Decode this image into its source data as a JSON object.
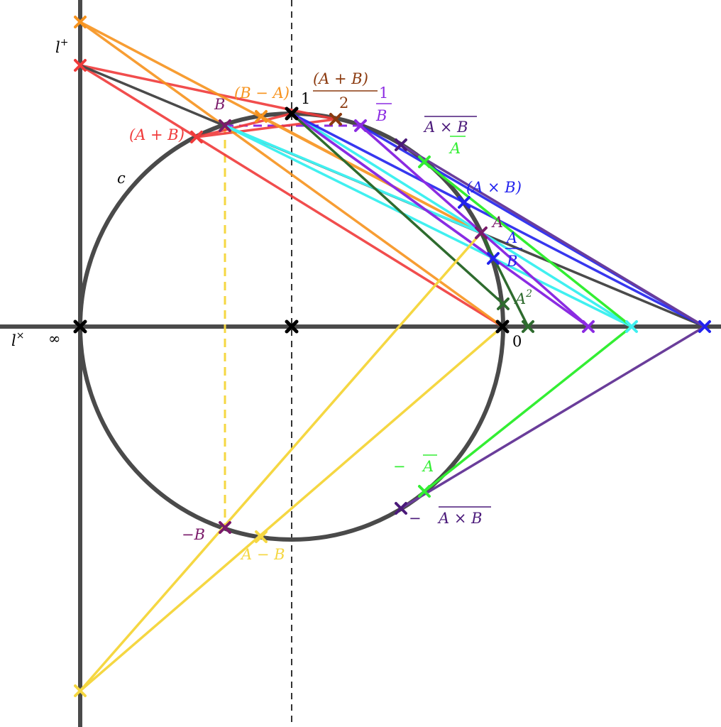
{
  "colors": {
    "axis": "#4a4a4a",
    "circle": "#4a4a4a",
    "dashed": "#333333",
    "red": "#f03a3a",
    "orange": "#f7931e",
    "darkgray": "#4a4a4a",
    "cyan": "#40f0f0",
    "blue": "#2222ee",
    "lime": "#33ee33",
    "darkgreen": "#2e6b2e",
    "violet": "#8b2be2",
    "purple": "#6a3d9a",
    "gold": "#f5d742",
    "brown": "#8b3a0f",
    "indigo": "#4b1a7a",
    "plum": "#7a1a6a",
    "black": "#000000"
  },
  "labels": {
    "l_plus": "l",
    "l_plus_sup": "+",
    "l_times": "l",
    "l_times_sup": "×",
    "infinity": "∞",
    "zero": "0",
    "one": "1",
    "c": "c",
    "B": "B",
    "A": "A",
    "A_plus_B": "(A + B)",
    "B_minus_A": "(B − A)",
    "half_sum_num": "(A + B)",
    "half_sum_den": "2",
    "one_over_B_num": "1",
    "one_over_B_den": "B",
    "conj_AxB": "A × B",
    "A_over": "A",
    "A_over_den": "A",
    "AxB": "(A × B)",
    "A_div_num": "A",
    "A_div_den": "B",
    "A_sq": "A",
    "A_sq_sup": "2",
    "neg_conj_A_sign": "−",
    "neg_conj_A": "A",
    "neg_conj_AxB_sign": "−",
    "neg_conj_AxB": "A × B",
    "neg_B": "−B",
    "A_minus_B": "A − B"
  }
}
